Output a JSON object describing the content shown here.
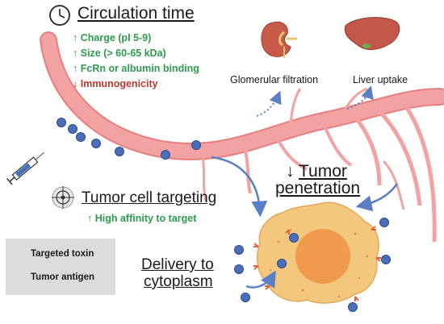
{
  "circulation": {
    "title": "Circulation time",
    "factors": [
      {
        "arrow": "↑",
        "text": "Charge (pI 5-9)",
        "color": "#2e9b4f"
      },
      {
        "arrow": "↑",
        "text": "Size (> 60-65 kDa)",
        "color": "#2e9b4f"
      },
      {
        "arrow": "↑",
        "text": "FcRn or albumin binding",
        "color": "#2e9b4f"
      },
      {
        "arrow": "↓",
        "text": "Immunogenicity",
        "color": "#c0392b"
      }
    ]
  },
  "organs": {
    "kidney_label": "Glomerular filtration",
    "liver_label": "Liver uptake"
  },
  "penetration": {
    "arrow": "↓",
    "line1": "Tumor",
    "line2": "penetration"
  },
  "targeting": {
    "title": "Tumor cell targeting",
    "factor": "↑ High affinity to target"
  },
  "delivery": {
    "line1": "Delivery to",
    "line2": "cytoplasm"
  },
  "legend": {
    "toxin": "Targeted toxin",
    "antigen": "Tumor antigen"
  },
  "colors": {
    "vessel": "#f2a2a2",
    "vessel_edge": "#e77f7f",
    "toxin": "#4a6fb8",
    "cell": "#f4c77f",
    "nucleus": "#ef9a4d",
    "antigen": "#e0623a",
    "flow_arrow": "#5b7fc4",
    "green": "#2e9b4f",
    "red": "#c0392b"
  },
  "icons": [
    "clock-icon",
    "crosshair-icon",
    "syringe-icon",
    "kidney-icon",
    "liver-icon"
  ]
}
